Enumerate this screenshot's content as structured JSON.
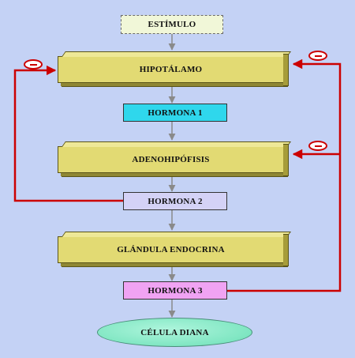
{
  "diagram": {
    "stimulus": "ESTÍMULO",
    "hypothalamus": "HIPOTÁLAMO",
    "hormone1": "HORMONA 1",
    "adenohypophysis": "ADENOHIPÓFISIS",
    "hormone2": "HORMONA 2",
    "endocrine_gland": "GLÁNDULA ENDOCRINA",
    "hormone3": "HORMONA 3",
    "target_cell": "CÉLULA DIANA"
  },
  "colors": {
    "background": "#c4d2f5",
    "slab": "#e2da73",
    "hormone1": "#2fd7ec",
    "hormone2": "#d4d2f6",
    "hormone3": "#f0a3f3",
    "target": "#7fe6c2",
    "feedback": "#cc0000"
  },
  "icons": {
    "feedback_sign": "minus-sign-icon"
  }
}
